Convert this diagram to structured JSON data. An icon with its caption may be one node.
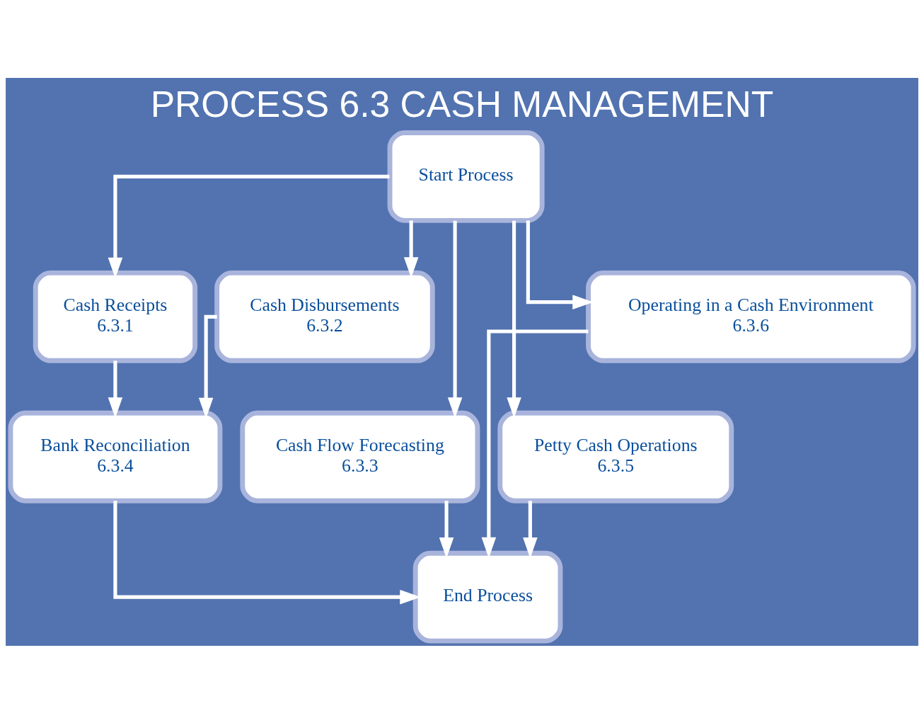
{
  "diagram": {
    "title": "PROCESS 6.3 CASH MANAGEMENT",
    "nodes": [
      {
        "text": [
          "Start Process"
        ]
      },
      {
        "text": [
          "Cash Receipts",
          "6.3.1"
        ]
      },
      {
        "text": [
          "Cash Disbursements",
          "6.3.2"
        ]
      },
      {
        "text": [
          "Cash Flow Forecasting",
          "6.3.3"
        ]
      },
      {
        "text": [
          "Petty Cash Operations",
          "6.3.5"
        ]
      },
      {
        "text": [
          "Operating in a Cash Environment",
          "6.3.6"
        ]
      },
      {
        "text": [
          "Bank Reconciliation",
          "6.3.4"
        ]
      },
      {
        "text": [
          "End Process"
        ]
      }
    ],
    "edges": [
      {
        "from": 0,
        "to": 1,
        "arrow": "to"
      },
      {
        "from": 0,
        "to": 2,
        "arrow": "to"
      },
      {
        "from": 0,
        "to": 3,
        "arrow": "to"
      },
      {
        "from": 0,
        "to": 4,
        "arrow": "to"
      },
      {
        "from": 0,
        "to": 5,
        "arrow": "to"
      },
      {
        "from": 1,
        "to": 6,
        "arrow": "to"
      },
      {
        "from": 2,
        "to": 6,
        "arrow": "to"
      },
      {
        "from": 6,
        "to": 7,
        "arrow": "to"
      },
      {
        "from": 3,
        "to": 7,
        "arrow": "to"
      },
      {
        "from": 4,
        "to": 7,
        "arrow": "to"
      },
      {
        "from": 5,
        "to": 7,
        "arrow": "to"
      }
    ]
  }
}
